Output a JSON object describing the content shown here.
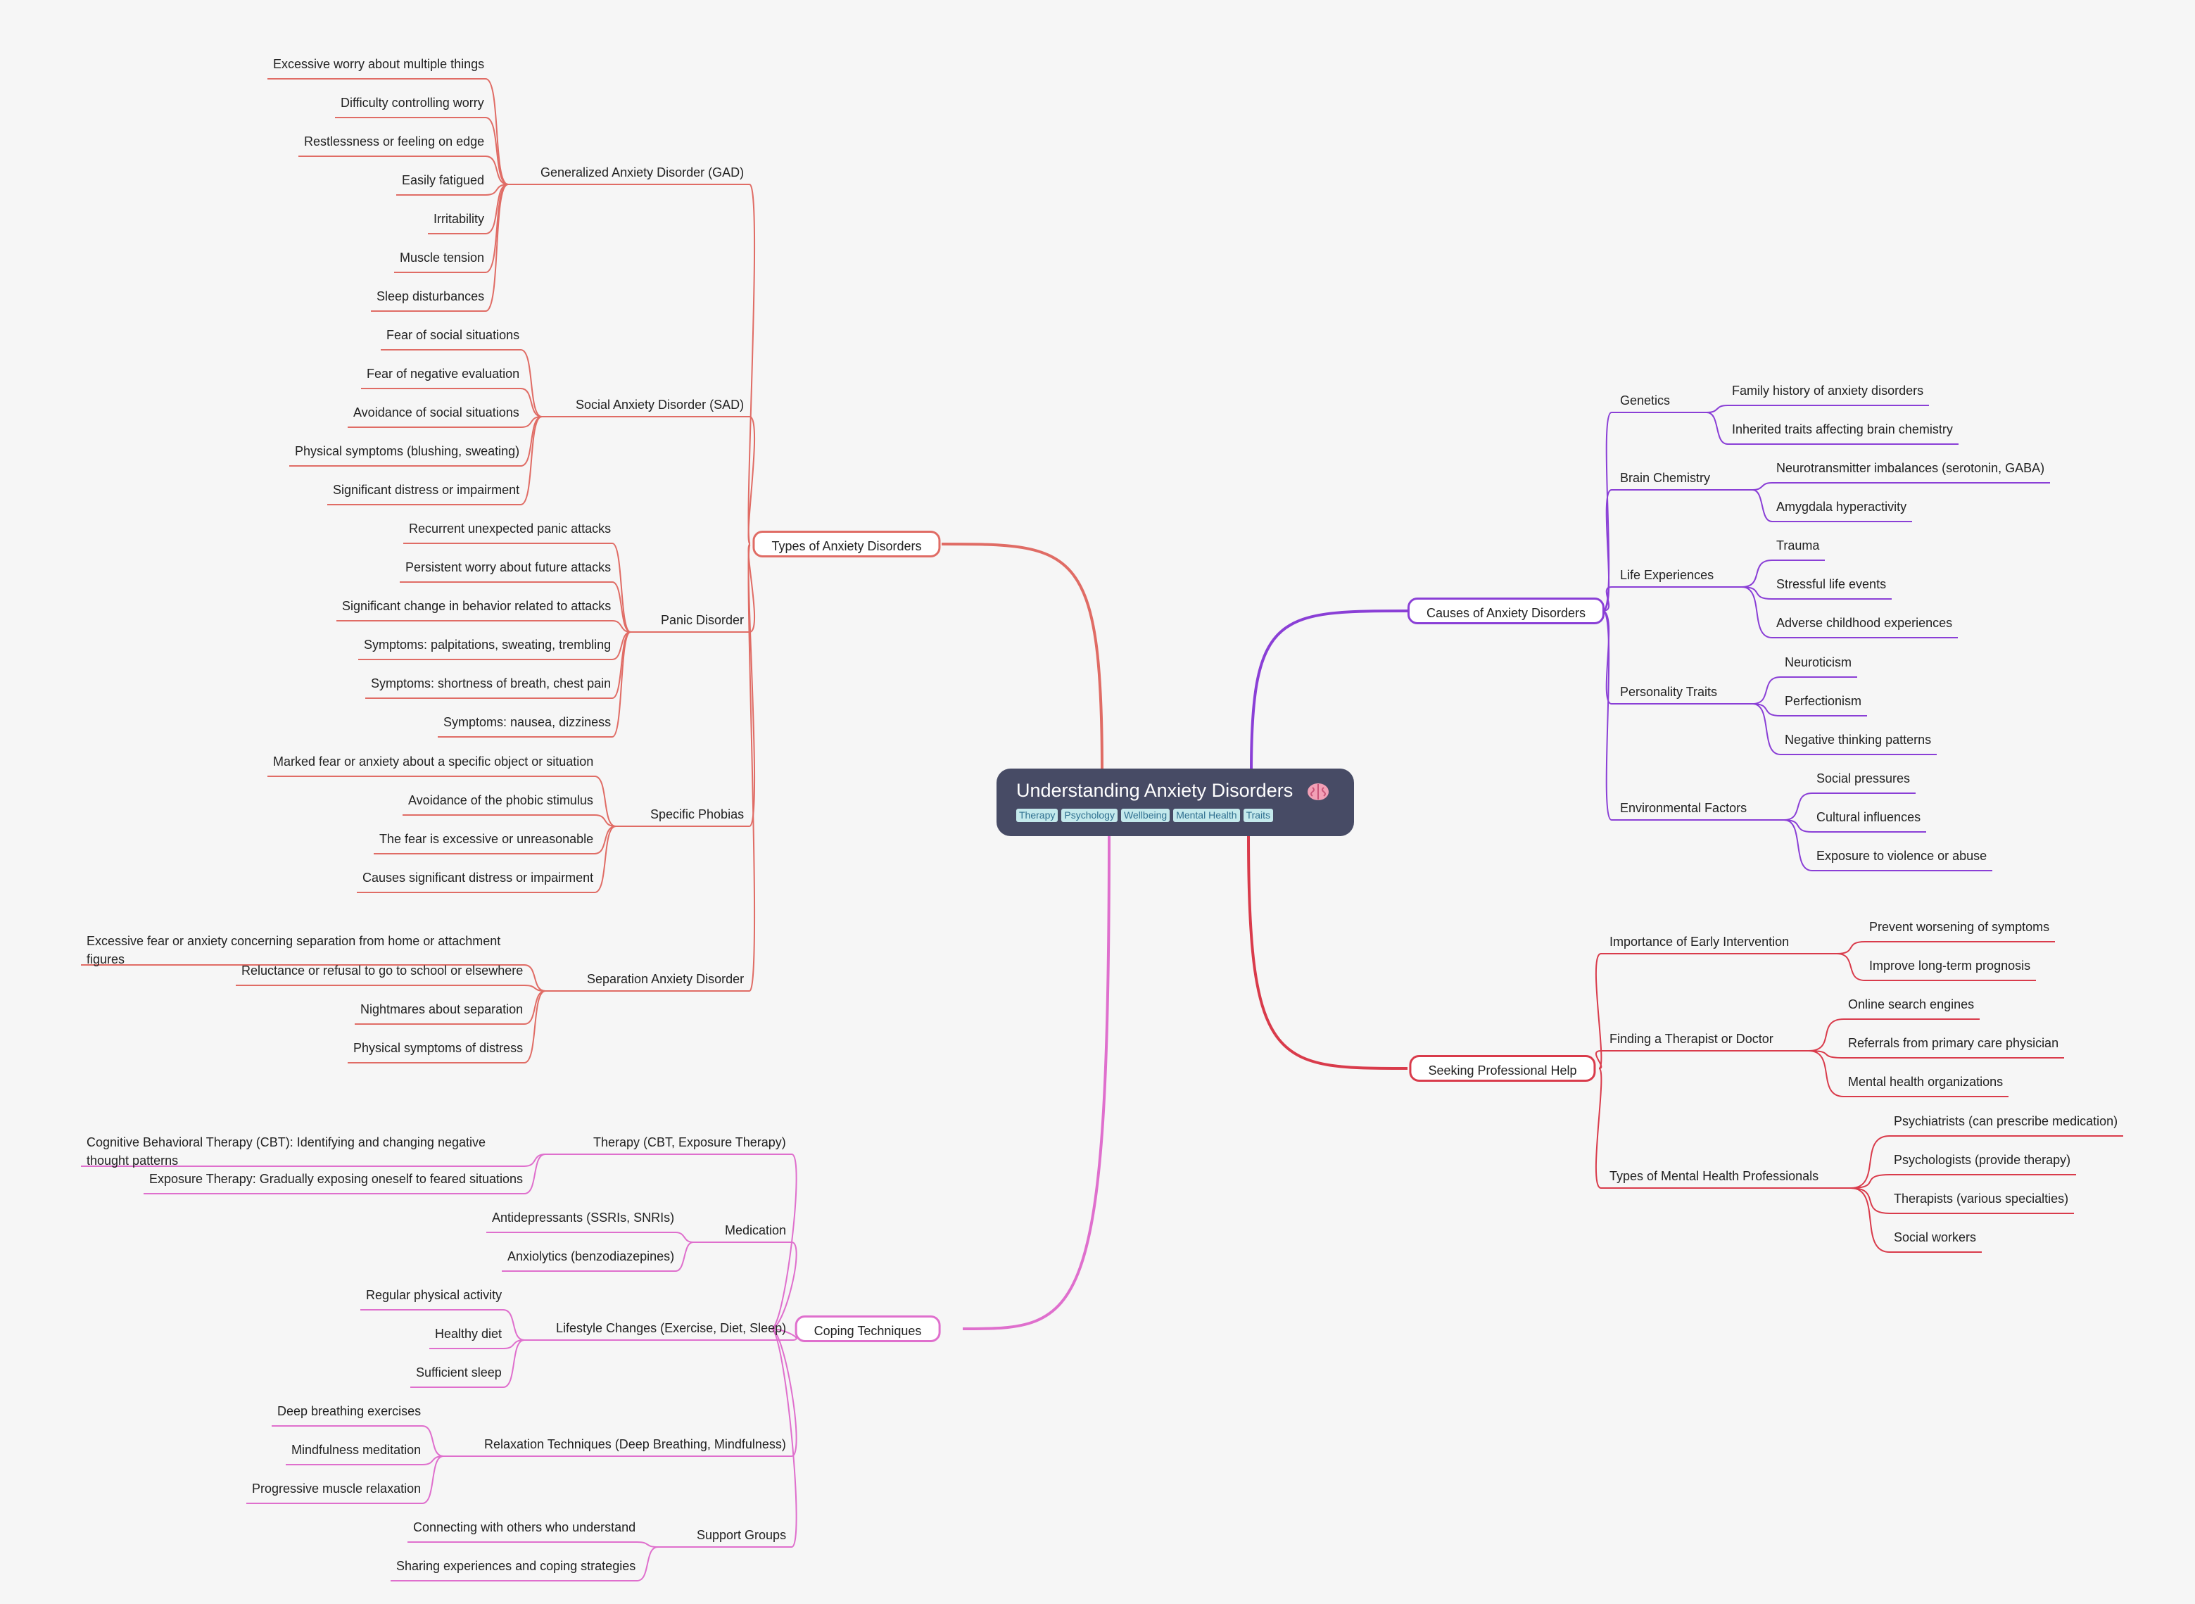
{
  "root": {
    "title": "Understanding Anxiety Disorders",
    "icon": "brain-icon",
    "tags": [
      "Therapy",
      "Psychology",
      "Wellbeing",
      "Mental Health",
      "Traits"
    ]
  },
  "colors": {
    "background": "#f6f6f6",
    "root": "#474b65",
    "types": "#e06c65",
    "causes": "#8a3fd6",
    "help": "#d93b4b",
    "coping": "#df6fcd"
  },
  "branches": [
    {
      "id": "types",
      "label": "Types of Anxiety Disorders",
      "children": [
        {
          "label": "Generalized Anxiety Disorder (GAD)",
          "children": [
            "Excessive worry about multiple things",
            "Difficulty controlling worry",
            "Restlessness or feeling on edge",
            "Easily fatigued",
            "Irritability",
            "Muscle tension",
            "Sleep disturbances"
          ]
        },
        {
          "label": "Social Anxiety Disorder (SAD)",
          "children": [
            "Fear of social situations",
            "Fear of negative evaluation",
            "Avoidance of social situations",
            "Physical symptoms (blushing, sweating)",
            "Significant distress or impairment"
          ]
        },
        {
          "label": "Panic Disorder",
          "children": [
            "Recurrent unexpected panic attacks",
            "Persistent worry about future attacks",
            "Significant change in behavior related to attacks",
            "Symptoms: palpitations, sweating, trembling",
            "Symptoms: shortness of breath, chest pain",
            "Symptoms: nausea, dizziness"
          ]
        },
        {
          "label": "Specific Phobias",
          "children": [
            "Marked fear or anxiety about a specific object or situation",
            "Avoidance of the phobic stimulus",
            "The fear is excessive or unreasonable",
            "Causes significant distress or impairment"
          ]
        },
        {
          "label": "Separation Anxiety Disorder",
          "children": [
            "Excessive fear or anxiety concerning separation from home or attachment figures",
            "Reluctance or refusal to go to school or elsewhere",
            "Nightmares about separation",
            "Physical symptoms of distress"
          ]
        }
      ]
    },
    {
      "id": "coping",
      "label": "Coping Techniques",
      "children": [
        {
          "label": "Therapy (CBT, Exposure Therapy)",
          "children": [
            "Cognitive Behavioral Therapy (CBT): Identifying and changing negative thought patterns",
            "Exposure Therapy: Gradually exposing oneself to feared situations"
          ]
        },
        {
          "label": "Medication",
          "children": [
            "Antidepressants (SSRIs, SNRIs)",
            "Anxiolytics (benzodiazepines)"
          ]
        },
        {
          "label": "Lifestyle Changes (Exercise, Diet, Sleep)",
          "children": [
            "Regular physical activity",
            "Healthy diet",
            "Sufficient sleep"
          ]
        },
        {
          "label": "Relaxation Techniques (Deep Breathing, Mindfulness)",
          "children": [
            "Deep breathing exercises",
            "Mindfulness meditation",
            "Progressive muscle relaxation"
          ]
        },
        {
          "label": "Support Groups",
          "children": [
            "Connecting with others who understand",
            "Sharing experiences and coping strategies"
          ]
        }
      ]
    },
    {
      "id": "causes",
      "label": "Causes of Anxiety Disorders",
      "children": [
        {
          "label": "Genetics",
          "children": [
            "Family history of anxiety disorders",
            "Inherited traits affecting brain chemistry"
          ]
        },
        {
          "label": "Brain Chemistry",
          "children": [
            "Neurotransmitter imbalances (serotonin, GABA)",
            "Amygdala hyperactivity"
          ]
        },
        {
          "label": "Life Experiences",
          "children": [
            "Trauma",
            "Stressful life events",
            "Adverse childhood experiences"
          ]
        },
        {
          "label": "Personality Traits",
          "children": [
            "Neuroticism",
            "Perfectionism",
            "Negative thinking patterns"
          ]
        },
        {
          "label": "Environmental Factors",
          "children": [
            "Social pressures",
            "Cultural influences",
            "Exposure to violence or abuse"
          ]
        }
      ]
    },
    {
      "id": "help",
      "label": "Seeking Professional Help",
      "children": [
        {
          "label": "Importance of Early Intervention",
          "children": [
            "Prevent worsening of symptoms",
            "Improve long-term prognosis"
          ]
        },
        {
          "label": "Finding a Therapist or Doctor",
          "children": [
            "Online search engines",
            "Referrals from primary care physician",
            "Mental health organizations"
          ]
        },
        {
          "label": "Types of Mental Health Professionals",
          "children": [
            "Psychiatrists (can prescribe medication)",
            "Psychologists (provide therapy)",
            "Therapists (various specialties)",
            "Social workers"
          ]
        }
      ]
    }
  ]
}
